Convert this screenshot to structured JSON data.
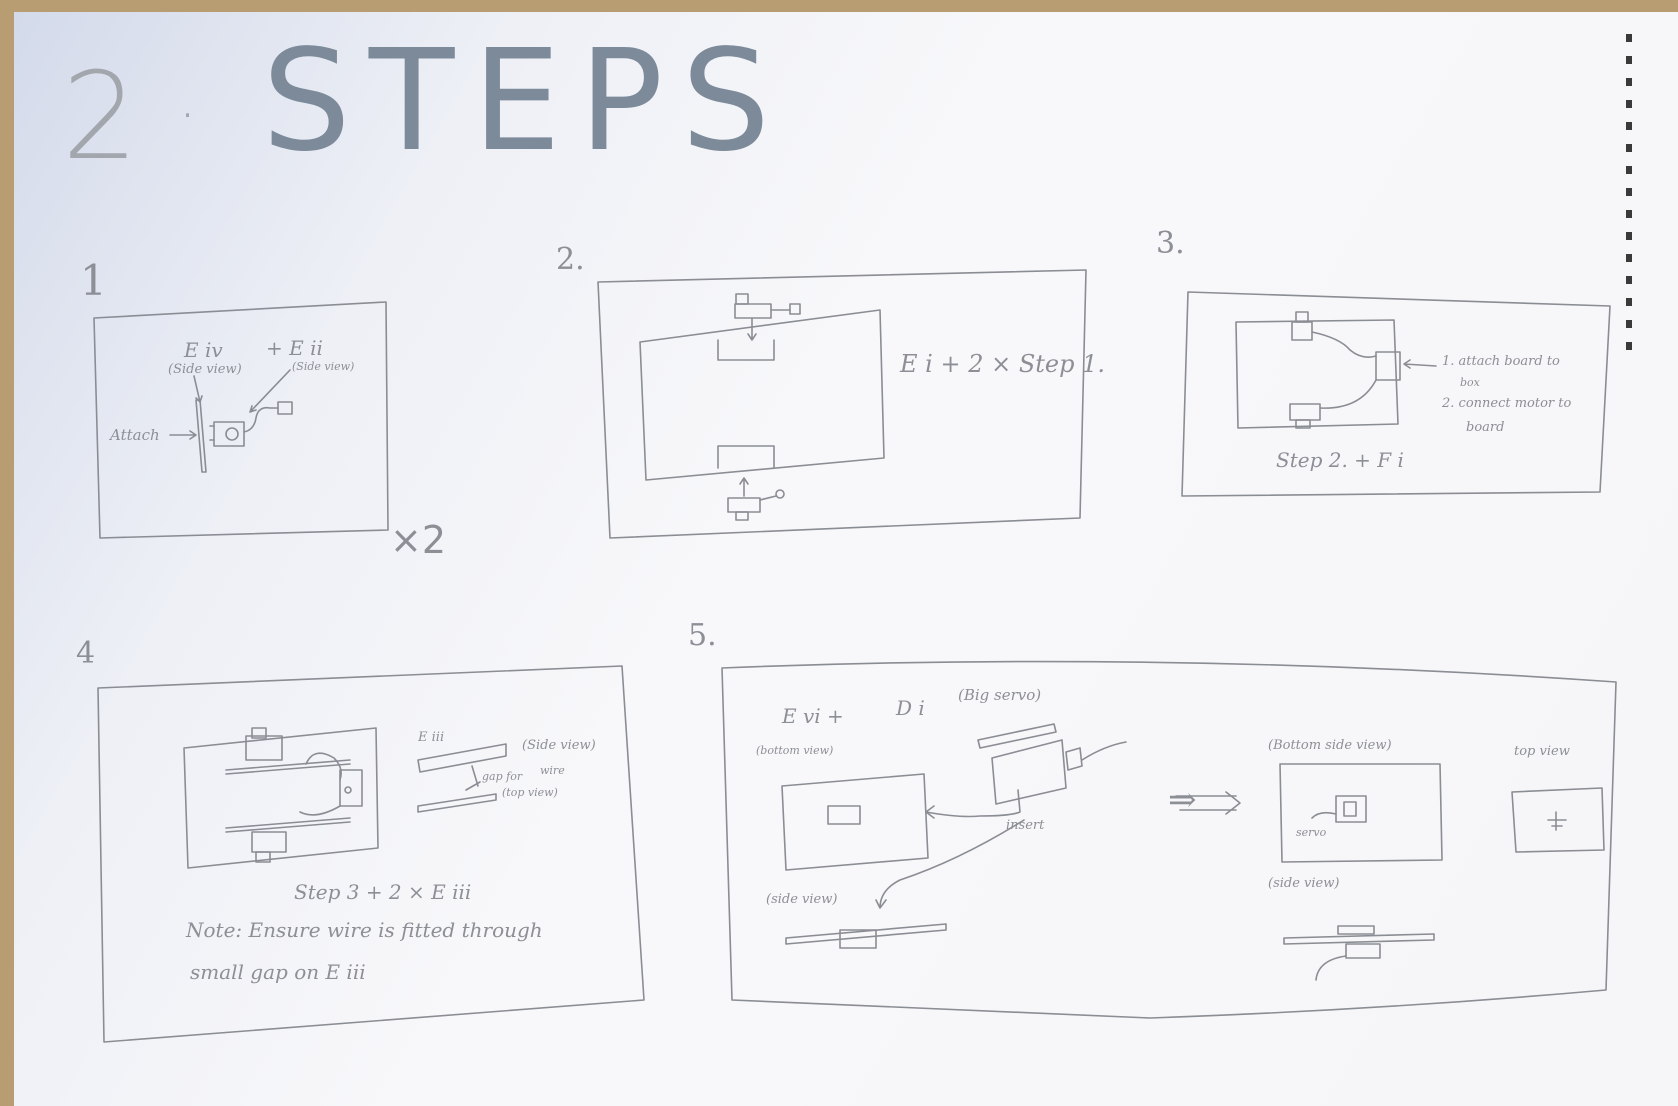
{
  "page": {
    "section_number": "2",
    "title": "STEPS",
    "dot": "."
  },
  "steps": {
    "s1": {
      "num": "1",
      "top": "E iv",
      "plus": "+ E ii",
      "left_side_view": "(Side view)",
      "right_side_view": "(Side view)",
      "attach": "Attach",
      "multiplier": "×2"
    },
    "s2": {
      "num": "2.",
      "caption": "E i + 2 × Step 1."
    },
    "s3": {
      "num": "3.",
      "note1": "1. attach board to",
      "note1b": "box",
      "note2": "2. connect motor to",
      "note2b": "board",
      "caption": "Step 2. + F i"
    },
    "s4": {
      "num": "4",
      "label_eiii": "E iii",
      "side_view": "(Side view)",
      "gap1": "gap for",
      "gap2": "wire",
      "top_view": "(top view)",
      "caption": "Step 3 + 2 × E iii",
      "note1": "Note: Ensure wire is fitted through",
      "note2": "small gap on E iii"
    },
    "s5": {
      "num": "5.",
      "evi": "E vi +",
      "di": "D i",
      "big_servo": "(Big servo)",
      "bottom_view": "(bottom view)",
      "insert": "insert",
      "side_view_left": "(side view)",
      "bottom_side_view": "(Bottom side view)",
      "top_view": "top view",
      "servo": "servo",
      "side_view_right": "(side view)",
      "arrow": "⇒"
    }
  }
}
